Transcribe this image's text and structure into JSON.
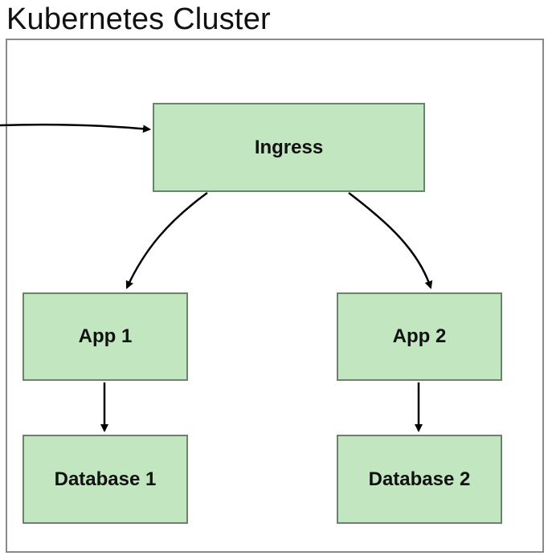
{
  "cluster": {
    "title": "Kubernetes Cluster"
  },
  "nodes": {
    "ingress": {
      "label": "Ingress"
    },
    "app1": {
      "label": "App 1"
    },
    "app2": {
      "label": "App 2"
    },
    "db1": {
      "label": "Database 1"
    },
    "db2": {
      "label": "Database 2"
    }
  },
  "edges": [
    {
      "from": "external",
      "to": "ingress"
    },
    {
      "from": "ingress",
      "to": "app1"
    },
    {
      "from": "ingress",
      "to": "app2"
    },
    {
      "from": "app1",
      "to": "db1"
    },
    {
      "from": "app2",
      "to": "db2"
    }
  ],
  "colors": {
    "node_fill": "#c2e6c0",
    "node_border": "#6b836b",
    "cluster_border": "#8a8a8a",
    "edge": "#000000"
  }
}
